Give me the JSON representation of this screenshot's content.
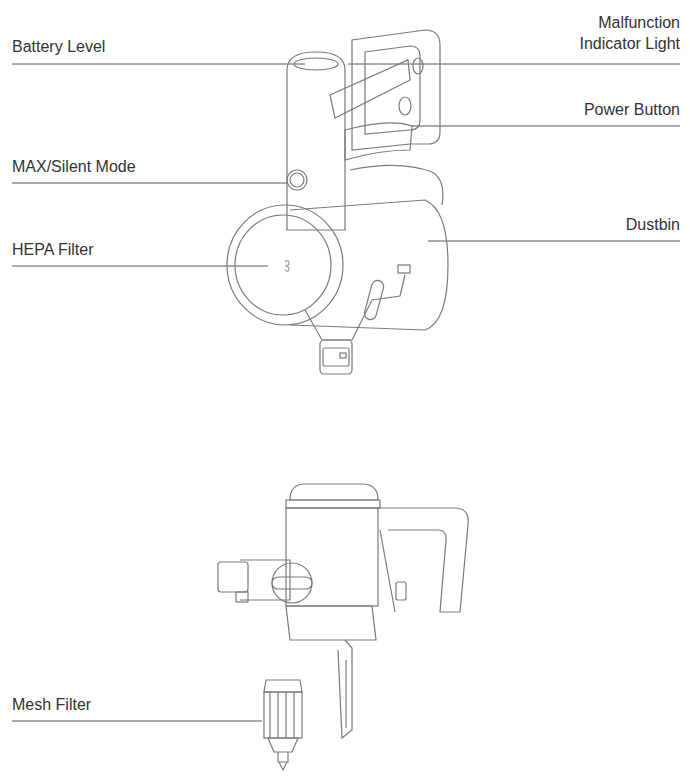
{
  "diagram": {
    "labels": [
      "Battery Level",
      "Malfunction Indicator Light",
      "Power Button",
      "MAX/Silent Mode",
      "Dustbin",
      "HEPA Filter",
      "Mesh Filter"
    ]
  }
}
